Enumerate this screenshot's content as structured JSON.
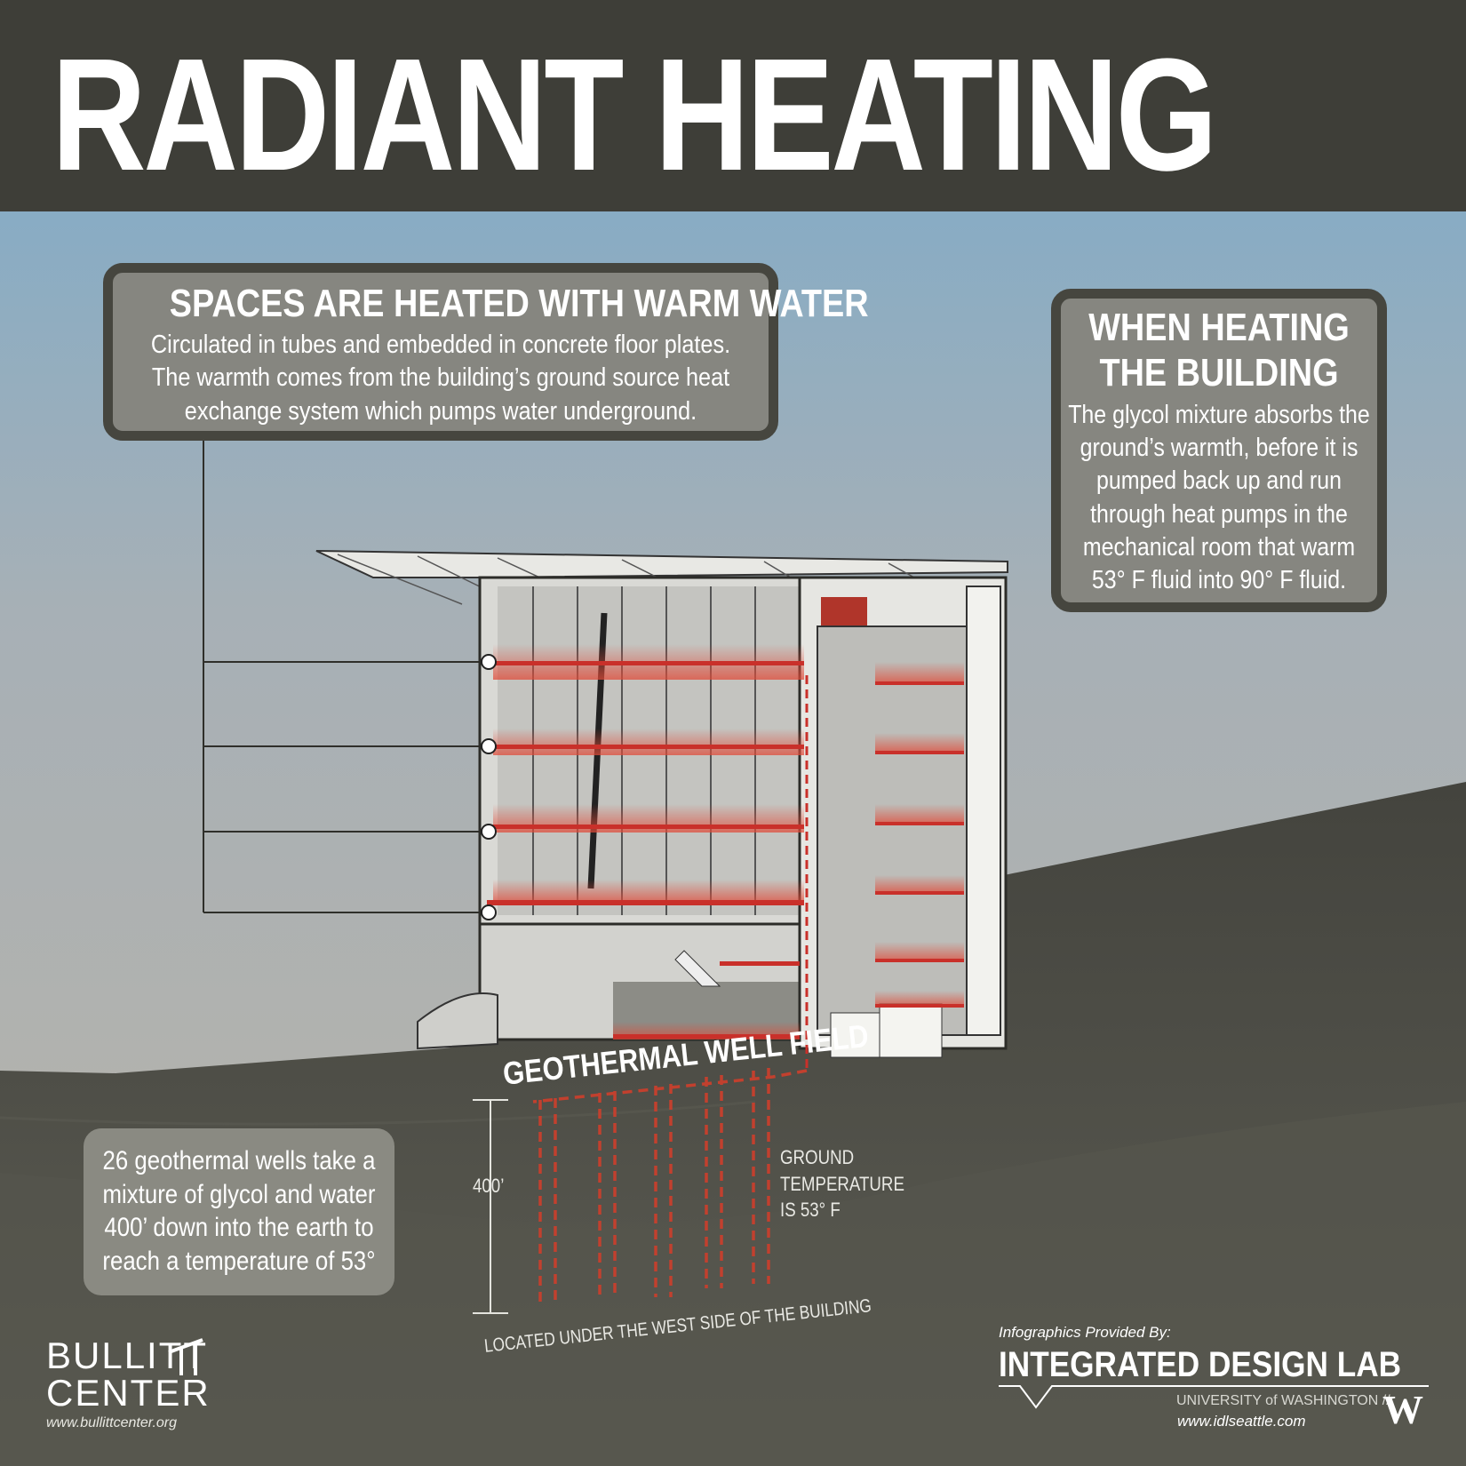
{
  "title": "RADIANT HEATING",
  "box_spaces": {
    "heading": "SPACES ARE HEATED WITH WARM WATER",
    "text": "Circulated in tubes and embedded in concrete floor plates. The warmth comes from the building’s ground source heat exchange system which pumps water underground."
  },
  "box_heating": {
    "heading": "WHEN HEATING THE BUILDING",
    "text": "The glycol mixture absorbs the ground’s warmth, before it is pumped back up and run through heat pumps in the mechanical room that warm 53° F fluid into 90° F fluid."
  },
  "box_wells": {
    "text": "26 geothermal wells take a mixture of glycol and water 400’ down into the earth to reach a temperature of 53°"
  },
  "labels": {
    "well_field": "GEOTHERMAL WELL FIELD",
    "depth": "400’",
    "ground_temp_1": "GROUND",
    "ground_temp_2": "TEMPERATURE",
    "ground_temp_3": "IS 53° F",
    "located": "LOCATED UNDER THE WEST SIDE OF THE BUILDING"
  },
  "bullitt": {
    "line1": "BULLITT",
    "line2": "CENTER",
    "url": "www.bullittcenter.org"
  },
  "idl": {
    "provided": "Infographics Provided By:",
    "name": "INTEGRATED DESIGN LAB",
    "university": "UNIVERSITY of WASHINGTON //",
    "url": "www.idlseattle.com",
    "logo": "W"
  },
  "colors": {
    "header": "#3e3e38",
    "sky_top": "#8aaec6",
    "sky_bottom": "#b4b4b0",
    "ground": "#4a4a44",
    "heat_red": "#d23a2a",
    "box_fill": "#868680",
    "box_border": "#46463f"
  }
}
